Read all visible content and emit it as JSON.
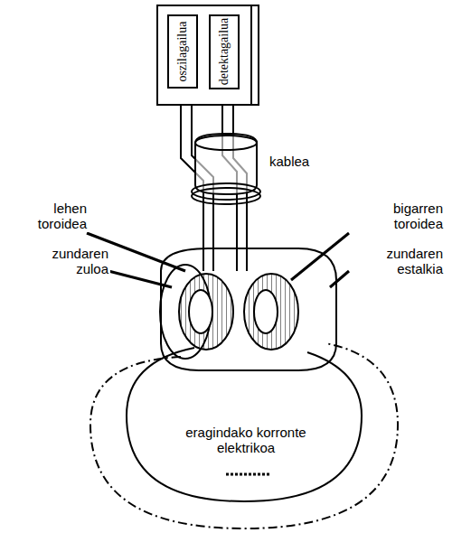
{
  "diagram": {
    "nodes": [
      {
        "text": [
          "oszilagailua"
        ]
      },
      {
        "text": [
          "detektagailua"
        ]
      }
    ],
    "labels": [
      "kablea",
      "lehen toroidea",
      "bigarren toroidea",
      "zundaren zuloa",
      "zundaren estalkia",
      "eragindako korronte elektrikoa"
    ]
  }
}
